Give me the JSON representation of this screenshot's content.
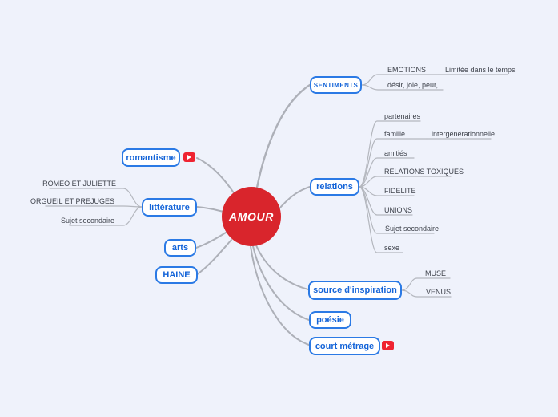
{
  "root": {
    "label": "AMOUR"
  },
  "colors": {
    "background": "#eff2fb",
    "root_fill": "#d9252c",
    "root_text": "#ffffff",
    "node_border": "#2b7ae5",
    "node_text": "#1464d8",
    "leaf_text": "#3f434c",
    "line": "#b1b4bb",
    "youtube_red": "#ef2331"
  },
  "branches": [
    {
      "label": "SENTIMENTS",
      "children": [
        {
          "label": "EMOTIONS",
          "children": [
            {
              "label": "Limitée dans le temps"
            }
          ]
        },
        {
          "label": "désir, joie, peur, ..."
        }
      ]
    },
    {
      "label": "relations",
      "children": [
        {
          "label": "partenaires"
        },
        {
          "label": "famille",
          "children": [
            {
              "label": "intergénérationnelle"
            }
          ]
        },
        {
          "label": "amitiés"
        },
        {
          "label": "RELATIONS TOXIQUES"
        },
        {
          "label": "FIDELITE"
        },
        {
          "label": "UNIONS"
        },
        {
          "label": "Sujet secondaire"
        },
        {
          "label": "sexe"
        }
      ]
    },
    {
      "label": "romantisme",
      "icon": "youtube-icon"
    },
    {
      "label": "littérature",
      "children": [
        {
          "label": "ROMEO ET JULIETTE"
        },
        {
          "label": "ORGUEIL ET PREJUGES"
        },
        {
          "label": "Sujet secondaire"
        }
      ]
    },
    {
      "label": "arts"
    },
    {
      "label": "HAINE"
    },
    {
      "label": "source d'inspiration",
      "children": [
        {
          "label": "MUSE"
        },
        {
          "label": "VENUS"
        }
      ]
    },
    {
      "label": "poésie"
    },
    {
      "label": "court métrage",
      "icon": "youtube-icon"
    }
  ]
}
